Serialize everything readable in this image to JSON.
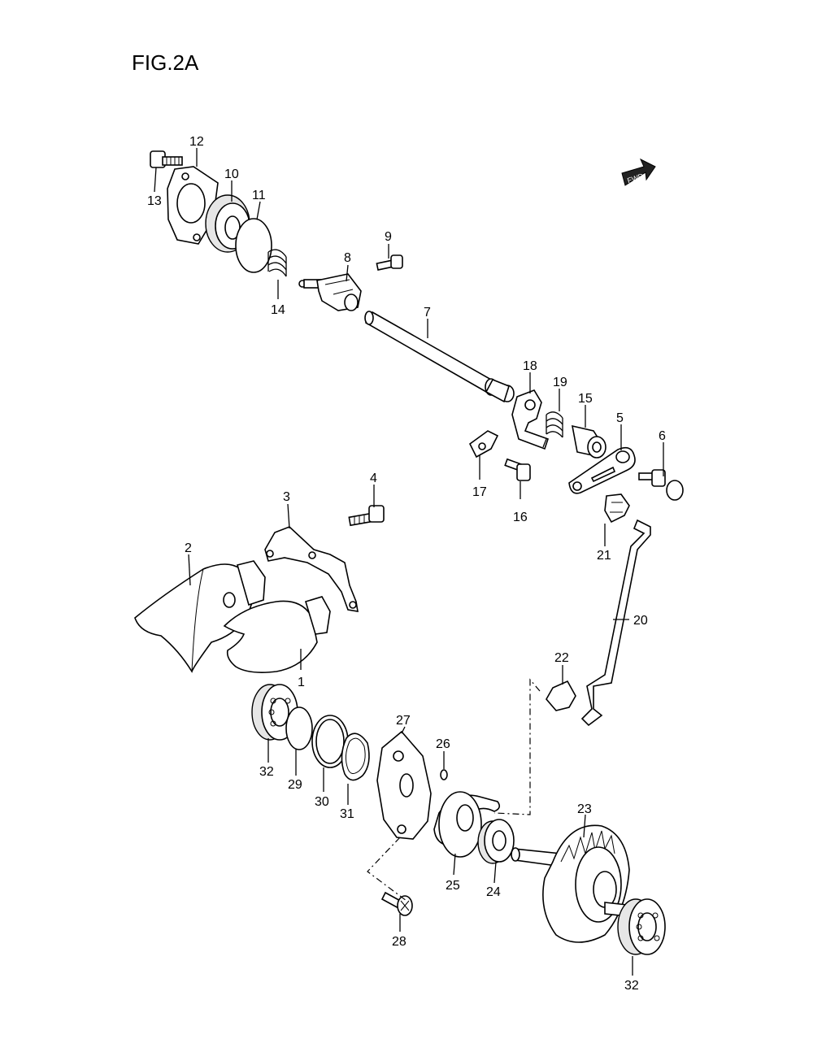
{
  "figure": {
    "title": "FIG.2A",
    "fwd_label": "FWD"
  },
  "labels": {
    "p1": "1",
    "p2": "2",
    "p3": "3",
    "p4": "4",
    "p5": "5",
    "p6": "6",
    "p7": "7",
    "p8": "8",
    "p9": "9",
    "p10": "10",
    "p11": "11",
    "p12": "12",
    "p13": "13",
    "p14": "14",
    "p15": "15",
    "p16": "16",
    "p17": "17",
    "p18": "18",
    "p19": "19",
    "p20": "20",
    "p21": "21",
    "p22": "22",
    "p23": "23",
    "p24": "24",
    "p25": "25",
    "p26": "26",
    "p27": "27",
    "p28": "28",
    "p29": "29",
    "p30": "30",
    "p31": "31",
    "p32a": "32",
    "p32b": "32"
  }
}
